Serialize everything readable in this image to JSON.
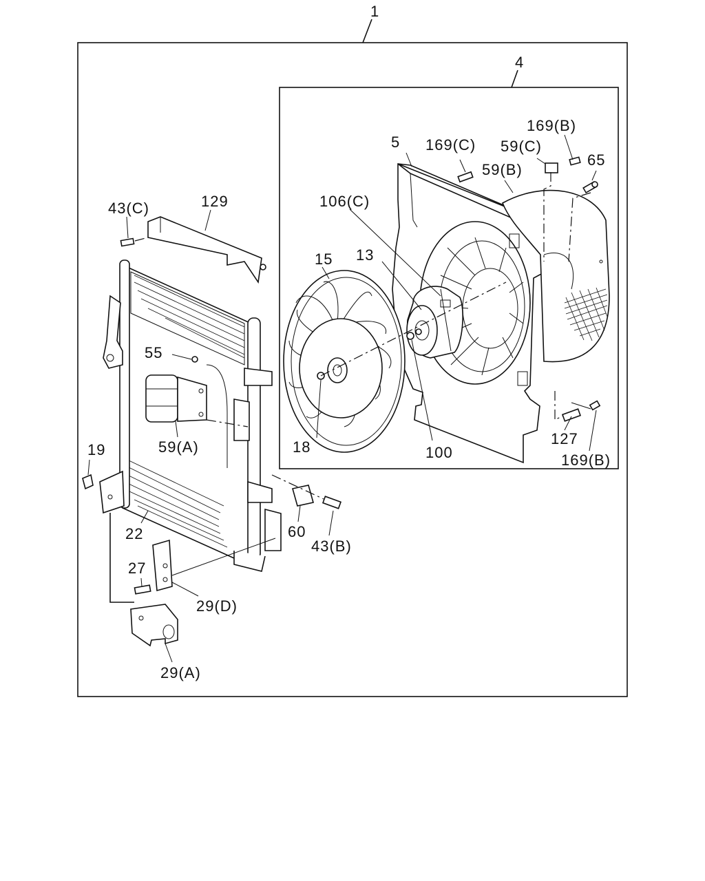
{
  "callouts": {
    "c1": "1",
    "c4": "4",
    "c5": "5",
    "c169c_top": "169(C)",
    "c169b_top": "169(B)",
    "c59c": "59(C)",
    "c59b": "59(B)",
    "c65": "65",
    "c106c": "106(C)",
    "c13": "13",
    "c15": "15",
    "c18": "18",
    "c100": "100",
    "c127": "127",
    "c169b_bot": "169(B)",
    "c43c": "43(C)",
    "c129": "129",
    "c55": "55",
    "c59a": "59(A)",
    "c19": "19",
    "c22": "22",
    "c60": "60",
    "c43b": "43(B)",
    "c27": "27",
    "c29d": "29(D)",
    "c29a": "29(A)"
  },
  "icons": {
    "fan": "fan-blade-icon",
    "motor": "fan-motor-icon",
    "condenser": "condenser-icon"
  }
}
